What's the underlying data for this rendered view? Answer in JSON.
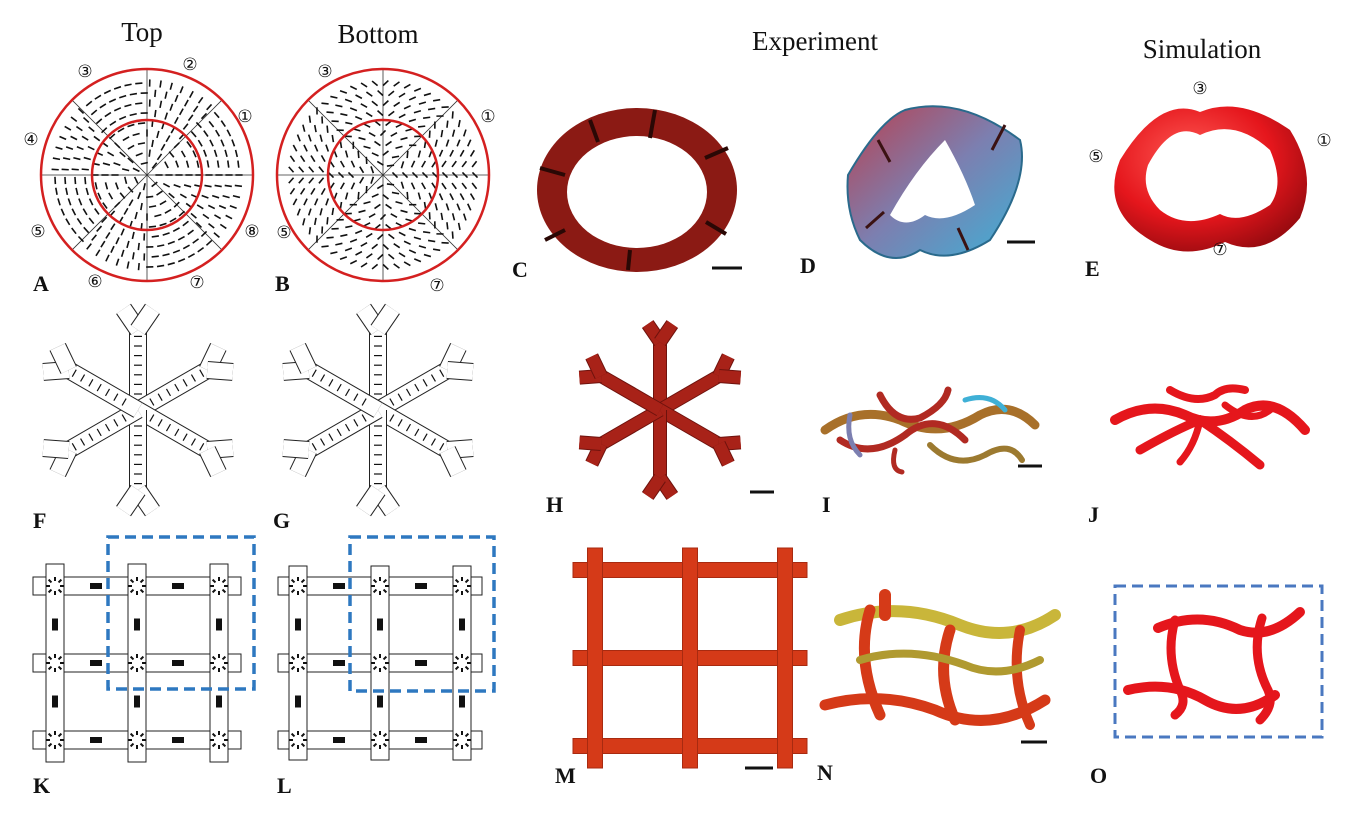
{
  "headers": {
    "top": "Top",
    "bottom": "Bottom",
    "experiment": "Experiment",
    "simulation": "Simulation"
  },
  "panel_labels": {
    "A": "A",
    "B": "B",
    "C": "C",
    "D": "D",
    "E": "E",
    "F": "F",
    "G": "G",
    "H": "H",
    "I": "I",
    "J": "J",
    "K": "K",
    "L": "L",
    "M": "M",
    "N": "N",
    "O": "O"
  },
  "sector_markers": {
    "top": [
      "③",
      "②",
      "①",
      "④",
      "⑧",
      "⑤",
      "⑥",
      "⑦"
    ],
    "bottom": [
      "③",
      "①",
      "⑤",
      "⑦"
    ],
    "simulation": [
      "③",
      "⑤",
      "①",
      "⑦"
    ]
  },
  "colors": {
    "ring": "#d42020",
    "sim_red": "#e5161c",
    "exp_dark_red": "#8b1a14",
    "exp_orange": "#d53a18",
    "dashed_box": "#2e78c0",
    "exp_cyan": "#3fb0d6"
  }
}
